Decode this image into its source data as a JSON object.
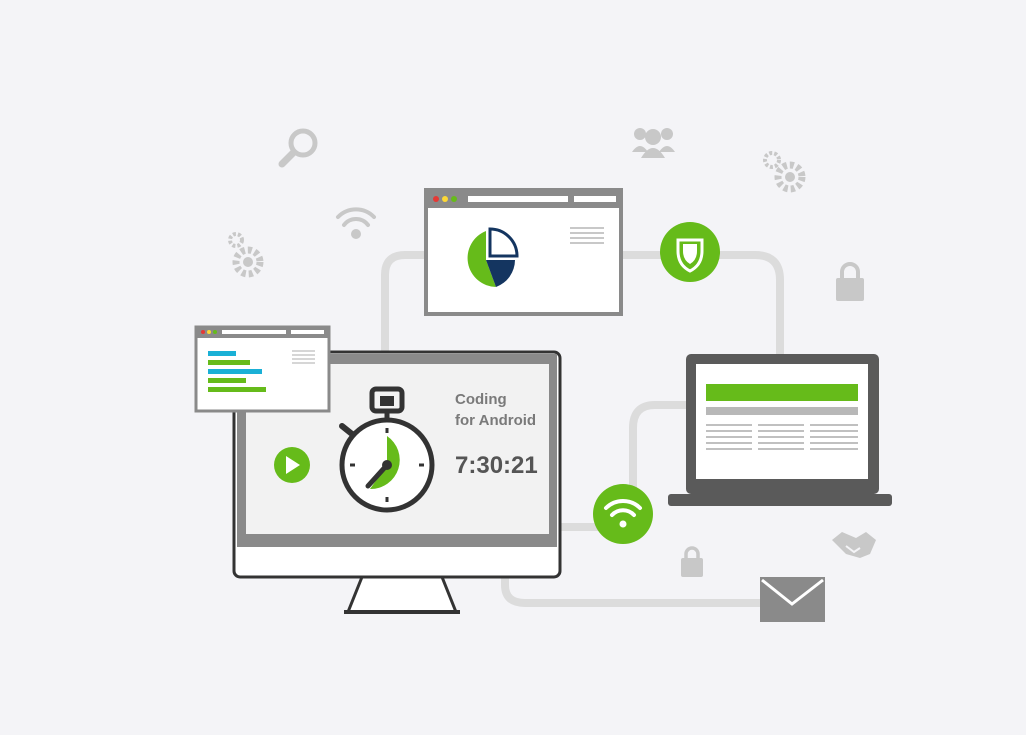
{
  "monitor": {
    "title_line1": "Coding",
    "title_line2": "for Android",
    "timer": "7:30:21"
  },
  "colors": {
    "accent_green": "#66bb1a",
    "dark_navy": "#143560",
    "frame_gray": "#8a8a8a",
    "icon_gray": "#c8c8c8",
    "dark_outline": "#333333",
    "bar_blue": "#1ab0d6"
  },
  "icons": [
    "search-icon",
    "users-icon",
    "gear-icon",
    "wifi-icon",
    "lock-icon",
    "shield-icon",
    "play-icon",
    "stopwatch-icon",
    "handshake-icon",
    "envelope-icon",
    "pie-chart-icon"
  ]
}
